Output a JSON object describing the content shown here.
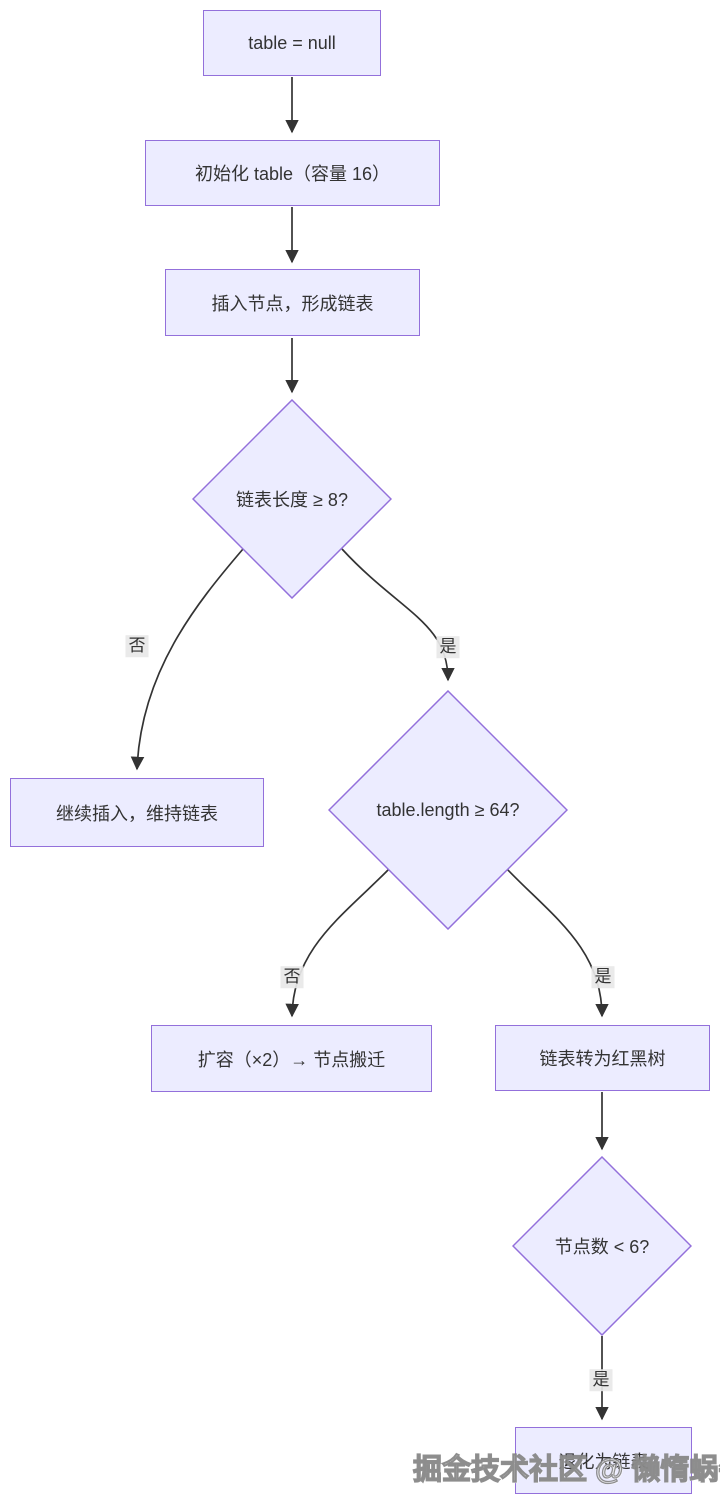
{
  "page": {
    "background": "#ffffff"
  },
  "diagram": {
    "type": "flowchart",
    "direction": "top-down",
    "colors": {
      "node_fill": "#ECECFF",
      "node_border": "#9370DB",
      "arrow": "#333333",
      "text": "#333333",
      "edge_label_bg": "#e8e8e8"
    },
    "nodes": [
      {
        "id": "start",
        "type": "rect",
        "label": "table = null"
      },
      {
        "id": "init",
        "type": "rect",
        "label": "初始化 table（容量 16）"
      },
      {
        "id": "insert",
        "type": "rect",
        "label": "插入节点，形成链表"
      },
      {
        "id": "len-check",
        "type": "diamond",
        "label": "链表长度 ≥ 8?"
      },
      {
        "id": "keep-list",
        "type": "rect",
        "label": "继续插入，维持链表"
      },
      {
        "id": "cap-check",
        "type": "diamond",
        "label": "table.length ≥ 64?"
      },
      {
        "id": "resize",
        "type": "rect",
        "label": "扩容（×2）→ 节点搬迁"
      },
      {
        "id": "treeify",
        "type": "rect",
        "label": "链表转为红黑树"
      },
      {
        "id": "count-check",
        "type": "diamond",
        "label": "节点数 < 6?"
      },
      {
        "id": "untreeify",
        "type": "rect",
        "label": "退化为链表"
      }
    ],
    "edges": [
      {
        "from": "start",
        "to": "init",
        "label": ""
      },
      {
        "from": "init",
        "to": "insert",
        "label": ""
      },
      {
        "from": "insert",
        "to": "len-check",
        "label": ""
      },
      {
        "from": "len-check",
        "to": "keep-list",
        "label": "否"
      },
      {
        "from": "len-check",
        "to": "cap-check",
        "label": "是"
      },
      {
        "from": "cap-check",
        "to": "resize",
        "label": "否"
      },
      {
        "from": "cap-check",
        "to": "treeify",
        "label": "是"
      },
      {
        "from": "treeify",
        "to": "count-check",
        "label": ""
      },
      {
        "from": "count-check",
        "to": "untreeify",
        "label": "是"
      }
    ],
    "watermark": "掘金技术社区 @ 懒惰蜗牛"
  }
}
